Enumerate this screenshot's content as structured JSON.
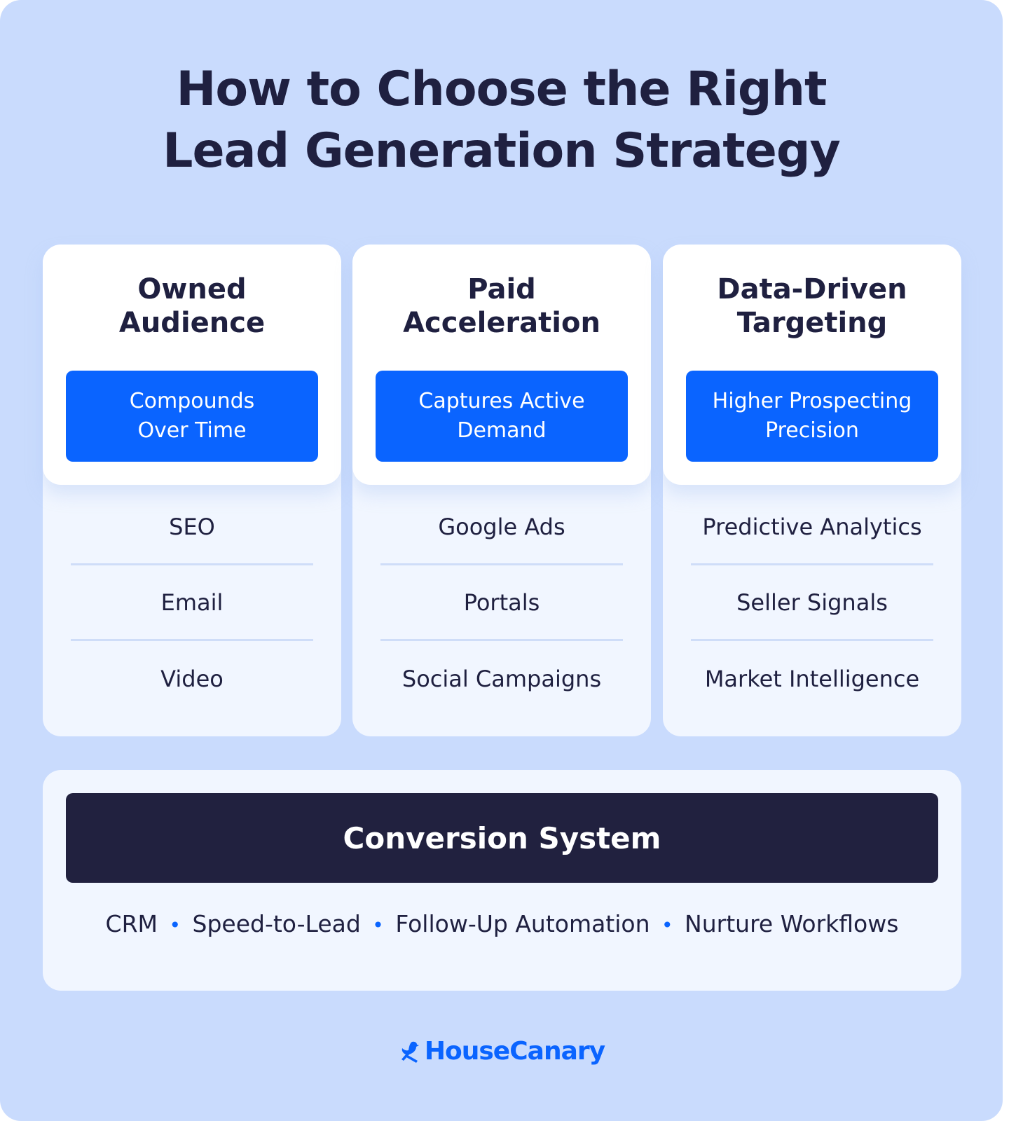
{
  "title": {
    "line1": "How to Choose the Right",
    "line2": "Lead Generation Strategy"
  },
  "columns": [
    {
      "title_line1": "Owned",
      "title_line2": "Audience",
      "badge_line1": "Compounds",
      "badge_line2": "Over Time",
      "items": [
        "SEO",
        "Email",
        "Video"
      ]
    },
    {
      "title_line1": "Paid",
      "title_line2": "Acceleration",
      "badge_line1": "Captures Active",
      "badge_line2": "Demand",
      "items": [
        "Google Ads",
        "Portals",
        "Social Campaigns"
      ]
    },
    {
      "title_line1": "Data-Driven",
      "title_line2": "Targeting",
      "badge_line1": "Higher Prospecting",
      "badge_line2": "Precision",
      "items": [
        "Predictive Analytics",
        "Seller Signals",
        "Market Intelligence"
      ]
    }
  ],
  "conversion": {
    "title": "Conversion System",
    "items": [
      "CRM",
      "Speed-to-Lead",
      "Follow-Up Automation",
      "Nurture Workflows"
    ],
    "separator": "•"
  },
  "brand": {
    "name": "HouseCanary",
    "icon": "canary-bird-icon"
  },
  "colors": {
    "background": "#c9dbfd",
    "accent_blue": "#0a64ff",
    "dark_navy": "#21213f",
    "card_white": "#ffffff",
    "card_light": "#f1f6ff"
  }
}
